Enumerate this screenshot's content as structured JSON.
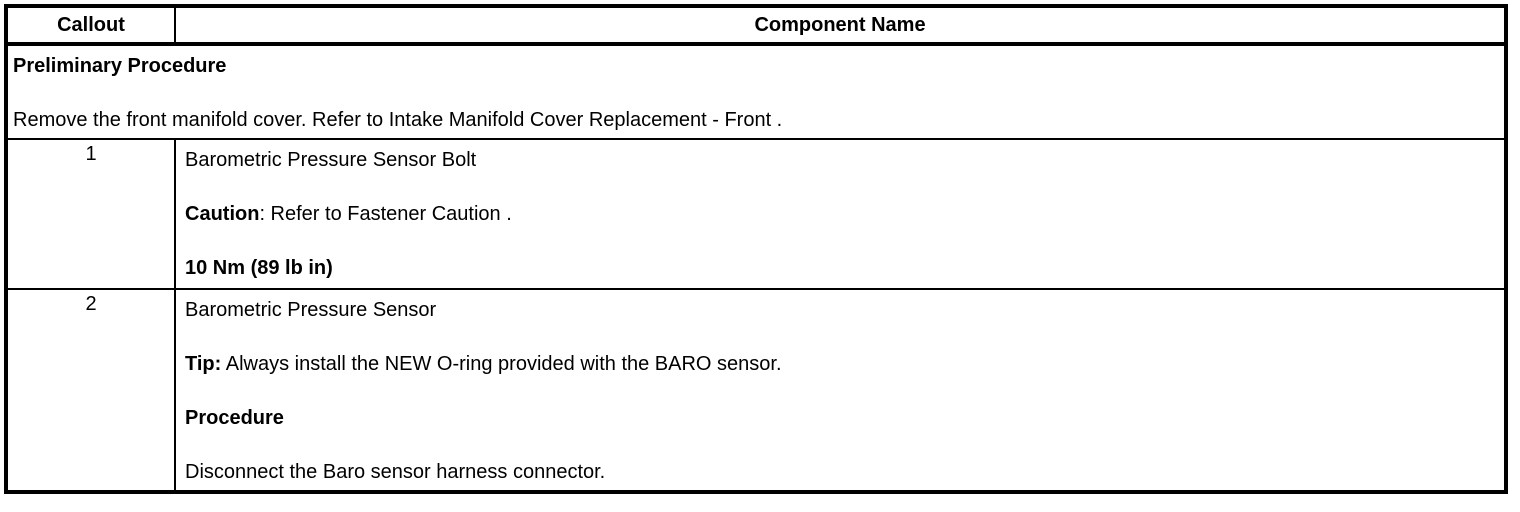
{
  "header": {
    "callout": "Callout",
    "component": "Component Name"
  },
  "preliminary": {
    "title": "Preliminary Procedure",
    "body": "Remove the front manifold cover. Refer to Intake Manifold Cover Replacement - Front ."
  },
  "rows": [
    {
      "callout": "1",
      "name": "Barometric Pressure Sensor Bolt",
      "caution_label": "Caution",
      "caution_text": ": Refer to Fastener Caution .",
      "torque": "10 Nm (89 lb in)"
    },
    {
      "callout": "2",
      "name": "Barometric Pressure Sensor",
      "tip_label": "Tip:",
      "tip_text": " Always install the NEW O-ring provided with the BARO sensor.",
      "procedure_label": "Procedure",
      "procedure_text": "Disconnect the Baro sensor harness connector."
    }
  ]
}
